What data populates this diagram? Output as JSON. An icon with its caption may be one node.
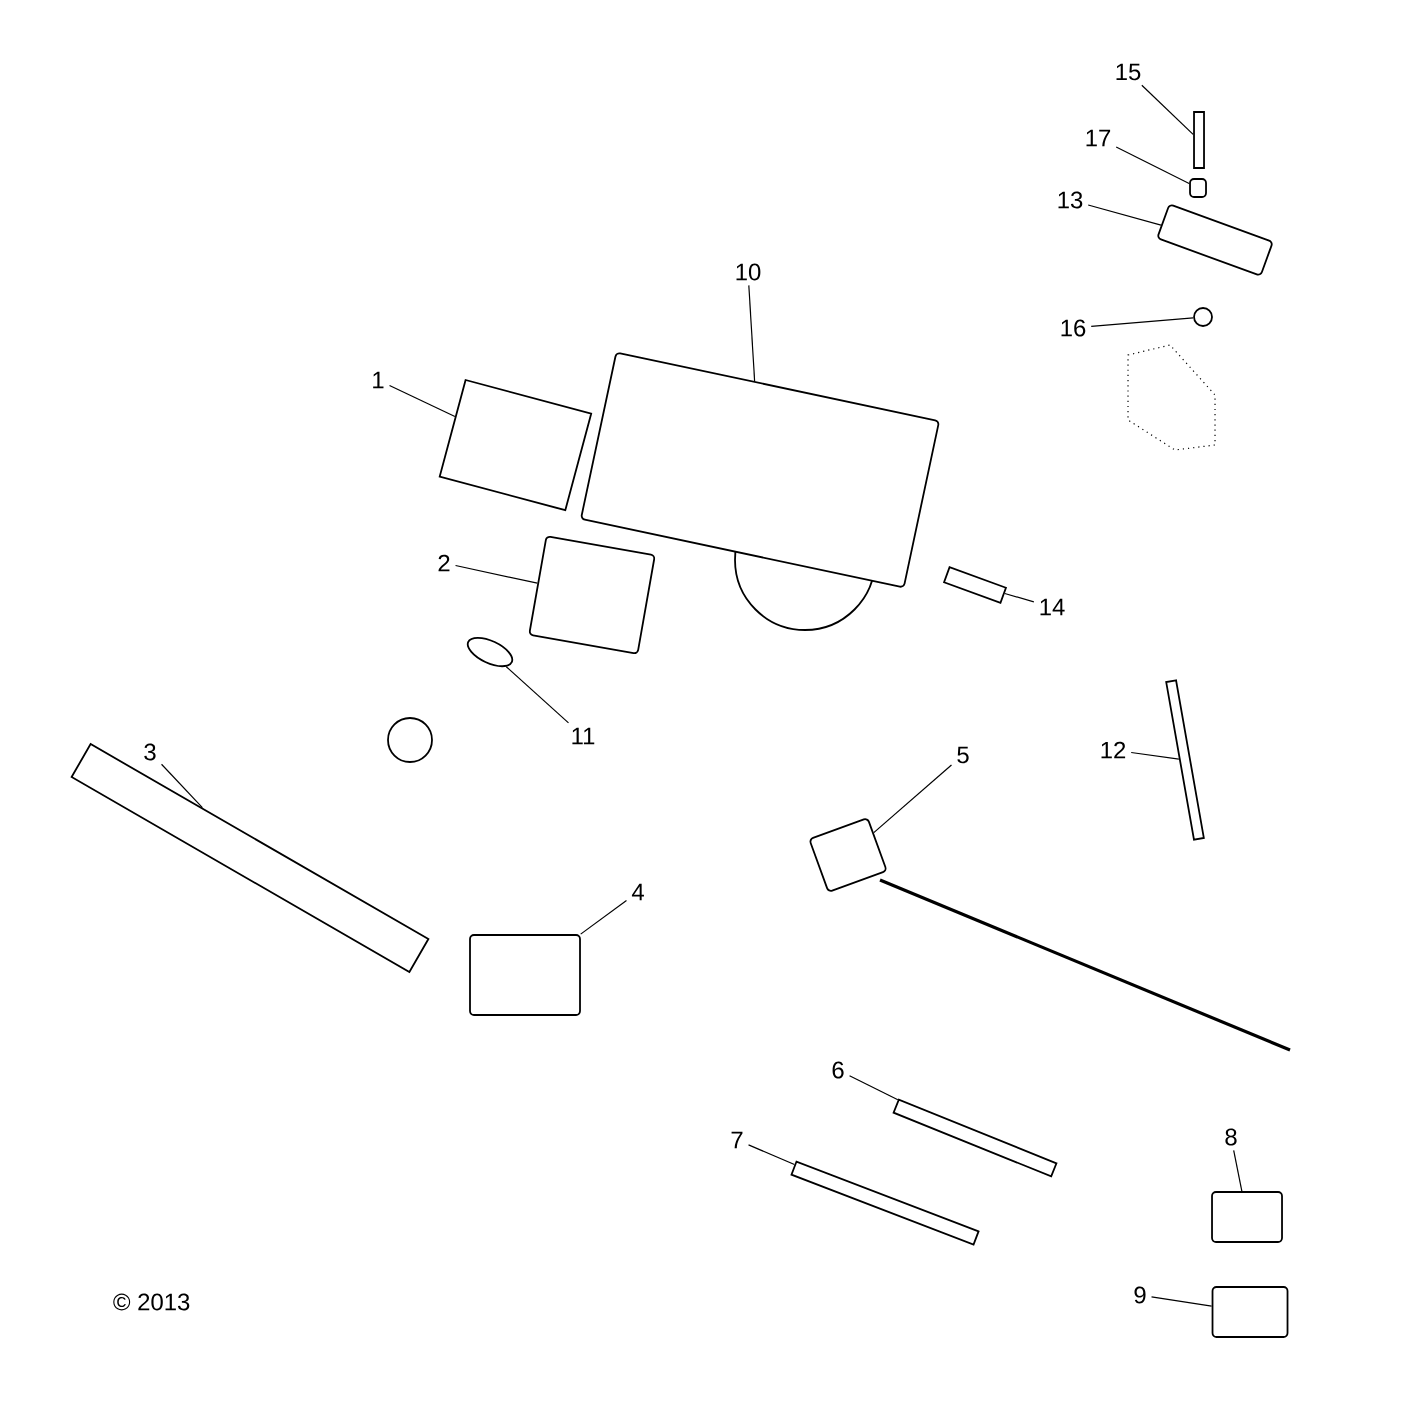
{
  "diagram": {
    "nodes": [
      {
        "text": [
          "15"
        ]
      },
      {
        "text": [
          "17"
        ]
      },
      {
        "text": [
          "13"
        ]
      },
      {
        "text": [
          "10"
        ]
      },
      {
        "text": [
          "16"
        ]
      },
      {
        "text": [
          "1"
        ]
      },
      {
        "text": [
          "2"
        ]
      },
      {
        "text": [
          "14"
        ]
      },
      {
        "text": [
          "11"
        ]
      },
      {
        "text": [
          "3"
        ]
      },
      {
        "text": [
          "12"
        ]
      },
      {
        "text": [
          "5"
        ]
      },
      {
        "text": [
          "4"
        ]
      },
      {
        "text": [
          "6"
        ]
      },
      {
        "text": [
          "7"
        ]
      },
      {
        "text": [
          "8"
        ]
      },
      {
        "text": [
          "9"
        ]
      },
      {
        "text": [],
        "shape": "bar"
      },
      {
        "text": [],
        "shape": "box"
      },
      {
        "text": [],
        "shape": "box"
      },
      {
        "text": [],
        "shape": "box"
      },
      {
        "text": [],
        "shape": "circle"
      },
      {
        "text": [],
        "shape": "cylinder"
      },
      {
        "text": [],
        "shape": "box"
      },
      {
        "text": [],
        "shape": "bar"
      },
      {
        "text": [],
        "shape": "circle"
      },
      {
        "text": [],
        "shape": "bar"
      },
      {
        "text": [],
        "shape": "bar"
      },
      {
        "text": [],
        "shape": "box"
      },
      {
        "text": [],
        "shape": "box"
      },
      {
        "text": [],
        "shape": "bar"
      },
      {
        "text": [],
        "shape": "bar"
      },
      {
        "text": [],
        "shape": "box"
      },
      {
        "text": [],
        "shape": "box"
      }
    ],
    "edges": [
      {
        "from": 0,
        "to": 17,
        "arrow": "none"
      },
      {
        "from": 1,
        "to": 18,
        "arrow": "none"
      },
      {
        "from": 2,
        "to": 19,
        "arrow": "none"
      },
      {
        "from": 3,
        "to": 20,
        "arrow": "none"
      },
      {
        "from": 4,
        "to": 21,
        "arrow": "none"
      },
      {
        "from": 5,
        "to": 22,
        "arrow": "none"
      },
      {
        "from": 6,
        "to": 23,
        "arrow": "none"
      },
      {
        "from": 7,
        "to": 24,
        "arrow": "none"
      },
      {
        "from": 8,
        "to": 25,
        "arrow": "none"
      },
      {
        "from": 9,
        "to": 26,
        "arrow": "none"
      },
      {
        "from": 10,
        "to": 27,
        "arrow": "none"
      },
      {
        "from": 11,
        "to": 28,
        "arrow": "none"
      },
      {
        "from": 12,
        "to": 29,
        "arrow": "none"
      },
      {
        "from": 13,
        "to": 30,
        "arrow": "none"
      },
      {
        "from": 14,
        "to": 31,
        "arrow": "none"
      },
      {
        "from": 15,
        "to": 32,
        "arrow": "none"
      },
      {
        "from": 16,
        "to": 33,
        "arrow": "none"
      }
    ],
    "labels": [
      "© 2013"
    ]
  }
}
